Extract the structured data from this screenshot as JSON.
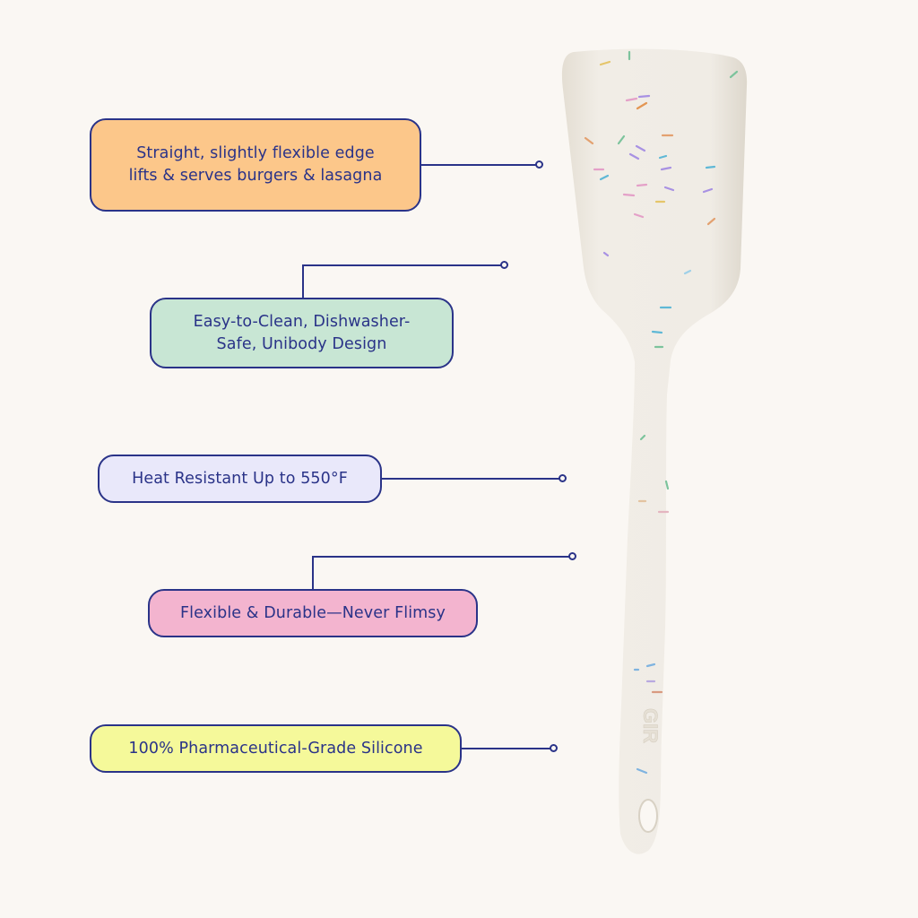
{
  "product": {
    "name": "spatula",
    "handle_emboss": "GIR",
    "colors": {
      "background": "#faf7f3",
      "body": "#efebe3",
      "outline": "#2a3388"
    }
  },
  "callouts": [
    {
      "id": "edge",
      "text_lines": [
        "Straight, slightly flexible edge",
        "lifts & serves burgers & lasagna"
      ],
      "fill": "#fcc78a"
    },
    {
      "id": "clean",
      "text_lines": [
        "Easy-to-Clean, Dishwasher-",
        "Safe, Unibody Design"
      ],
      "fill": "#c8e6d4"
    },
    {
      "id": "heat",
      "text_lines": [
        "Heat Resistant Up to 550°F"
      ],
      "fill": "#e9e8fa"
    },
    {
      "id": "flex",
      "text_lines": [
        "Flexible & Durable—Never Flimsy"
      ],
      "fill": "#f3b4cf"
    },
    {
      "id": "silicone",
      "text_lines": [
        "100% Pharmaceutical-Grade Silicone"
      ],
      "fill": "#f5f99a"
    }
  ]
}
